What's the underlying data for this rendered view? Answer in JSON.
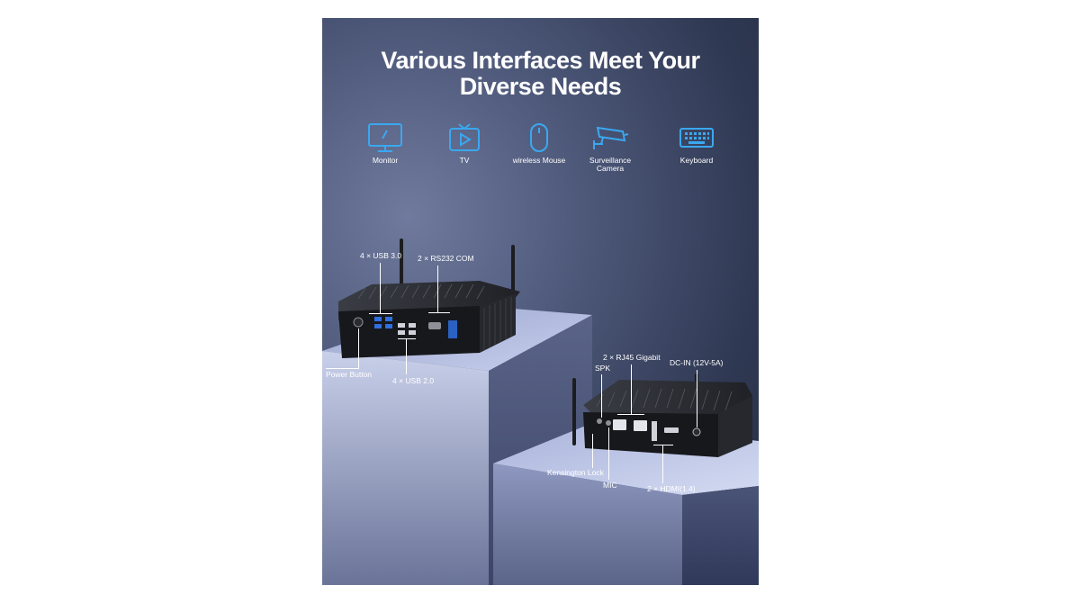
{
  "headline": {
    "line1": "Various Interfaces Meet Your",
    "line2": "Diverse Needs"
  },
  "features": [
    {
      "label": "Monitor",
      "icon": "monitor-icon"
    },
    {
      "label": "TV",
      "icon": "tv-icon"
    },
    {
      "label": "wireless Mouse",
      "icon": "mouse-icon"
    },
    {
      "label": "Surveillance\nCamera",
      "icon": "camera-icon"
    },
    {
      "label": "Keyboard",
      "icon": "keyboard-icon"
    }
  ],
  "front_labels": {
    "usb3": "4 × USB 3.0",
    "com": "2 × RS232 COM",
    "power": "Power Button",
    "usb2": "4 × USB 2.0"
  },
  "back_labels": {
    "rj45": "2 × RJ45 Gigabit",
    "spk": "SPK",
    "dcin": "DC-IN (12V-5A)",
    "kensington": "Kensington Lock",
    "mic": "MIC",
    "hdmi": "2 × HDMI(1.4)"
  },
  "colors": {
    "icon": "#3aa8f0",
    "background": "#2f3852",
    "text": "#ffffff",
    "usb_blue": "#2f6fe0"
  }
}
